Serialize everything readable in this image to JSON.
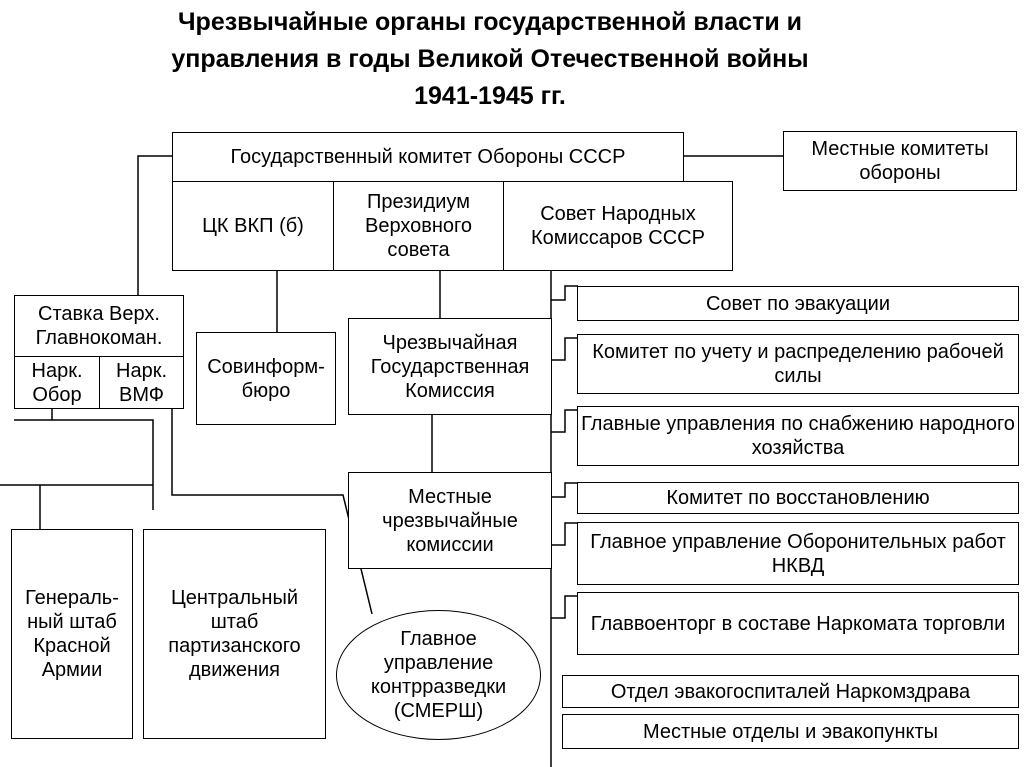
{
  "title": {
    "line1": "Чрезвычайные органы государственной власти и",
    "line2": "управления в годы Великой Отечественной войны",
    "line3": "1941-1945 гг."
  },
  "nodes": {
    "gko": "Государственный комитет Обороны СССР",
    "mestnye_komitety": "Местные комитеты обороны",
    "ck_vkp": "ЦК ВКП (б)",
    "prezidium": "Президиум Верховного совета",
    "sovnarkom": "Совет Народных Комиссаров СССР",
    "stavka": "Ставка Верх. Главнокоман.",
    "nark_obor": "Нарк. Обор",
    "nark_vmf": "Нарк. ВМФ",
    "sovinformburo": "Совинформ-бюро",
    "chgk": "Чрезвычайная Государственная Комиссия",
    "mestnye_chk": "Местные чрезвычайные комиссии",
    "genshtab": "Генераль-ный штаб Красной Армии",
    "partizan": "Центральный штаб партизанского движения",
    "smersh": "Главное управление контрразведки (СМЕРШ)",
    "evakuacia": "Совет по эвакуации",
    "rabsila": "Комитет по учету и распределению рабочей силы",
    "snabzhenie": "Главные управления по снабжению народного хозяйства",
    "vosstanovlenie": "Комитет по восстановлению",
    "nkvd": "Главное управление Оборонительных работ НКВД",
    "glavvoentorg": "Главвоенторг в составе Наркомата торговли",
    "evakogospital": "Отдел эвакогоспиталей Наркомздрава",
    "evakopunkty": "Местные отделы и эвакопункты"
  }
}
